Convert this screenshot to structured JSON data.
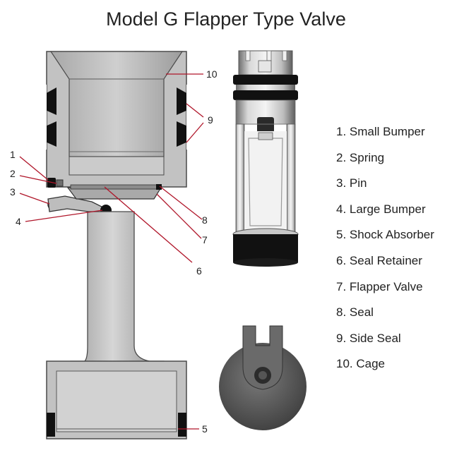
{
  "title": "Model G Flapper Type Valve",
  "legend": [
    {
      "number": "1",
      "text": "1. Small Bumper"
    },
    {
      "number": "2",
      "text": "2. Spring"
    },
    {
      "number": "3",
      "text": "3. Pin"
    },
    {
      "number": "4",
      "text": "4. Large Bumper"
    },
    {
      "number": "5",
      "text": "5. Shock Absorber"
    },
    {
      "number": "6",
      "text": "6. Seal Retainer"
    },
    {
      "number": "7",
      "text": "7. Flapper Valve"
    },
    {
      "number": "8",
      "text": "8. Seal"
    },
    {
      "number": "9",
      "text": "9. Side Seal"
    },
    {
      "number": "10",
      "text": "10. Cage"
    }
  ],
  "callouts": {
    "c1": "1",
    "c2": "2",
    "c3": "3",
    "c4": "4",
    "c5": "5",
    "c6": "6",
    "c7": "7",
    "c8": "8",
    "c9": "9",
    "c10": "10"
  },
  "colors": {
    "metal_light": "#c4c4c4",
    "metal_mid": "#9a9a9a",
    "metal_dark": "#555555",
    "rubber": "#111111",
    "leader": "#b0162a"
  }
}
